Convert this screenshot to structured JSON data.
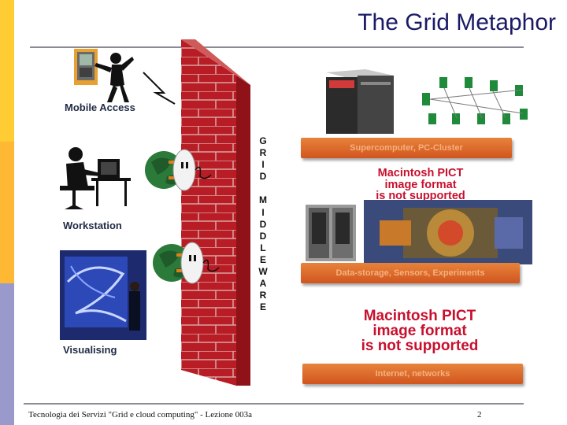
{
  "title": "The Grid Metaphor",
  "left_labels": {
    "mobile": "Mobile Access",
    "workstation": "Workstation",
    "visualising": "Visualising"
  },
  "middleware_letters": [
    "G",
    "R",
    "I",
    "D",
    "",
    "M",
    "I",
    "D",
    "D",
    "L",
    "E",
    "W",
    "A",
    "R",
    "E"
  ],
  "banners": {
    "supercomputer": "Supercomputer, PC-Cluster",
    "storage": "Data-storage, Sensors, Experiments",
    "internet": "Internet, networks"
  },
  "pict_small": [
    "Macintosh PICT",
    "image format",
    "is not supported"
  ],
  "pict_large": [
    "Macintosh PICT",
    "image format",
    "is not supported"
  ],
  "footer": {
    "text": "Tecnologia dei Servizi \"Grid e cloud computing\" - Lezione 003a",
    "page": "2"
  },
  "colors": {
    "title": "#1a1a66",
    "banner": "#d86a2a",
    "pict": "#c8102e",
    "brick": "#b81c24"
  },
  "icons": [
    "pda-phone-icon",
    "lightning-icon",
    "globe-plug-icon",
    "workstation-user-icon",
    "wall-screen-visualisation-icon",
    "supercomputer-icon",
    "network-diagram-icon",
    "storage-robot-icon",
    "experiment-detector-icon"
  ]
}
